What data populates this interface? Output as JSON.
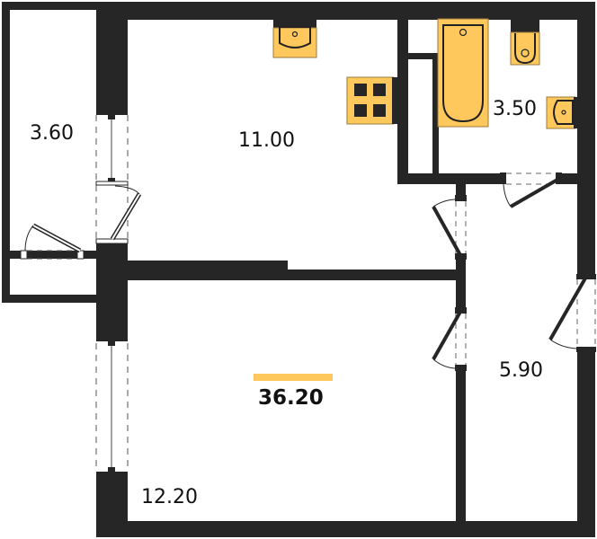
{
  "plan": {
    "type": "apartment-floor-plan",
    "total_area": "36.20",
    "colors": {
      "wall": "#262626",
      "fixture_fill": "#FFC85C",
      "fixture_stroke": "#222222",
      "accent_bar": "#FFC85C",
      "floor": "#FFFFFF"
    },
    "rooms": [
      {
        "id": "balcony",
        "area": "3.60"
      },
      {
        "id": "kitchen",
        "area": "11.00"
      },
      {
        "id": "bathroom",
        "area": "3.50"
      },
      {
        "id": "living-room",
        "area": "12.20"
      },
      {
        "id": "hallway",
        "area": "5.90"
      }
    ],
    "fixtures": [
      {
        "id": "kitchen-sink",
        "room": "kitchen"
      },
      {
        "id": "stove",
        "room": "kitchen"
      },
      {
        "id": "bathtub",
        "room": "bathroom"
      },
      {
        "id": "toilet",
        "room": "bathroom"
      },
      {
        "id": "bathroom-sink",
        "room": "bathroom"
      }
    ]
  }
}
